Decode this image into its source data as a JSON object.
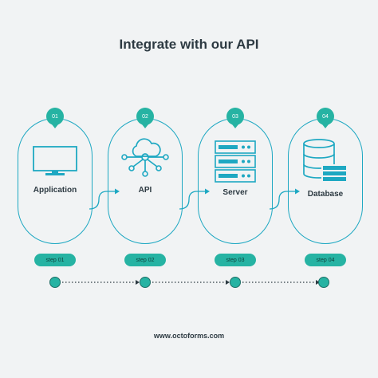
{
  "title": "Integrate with our API",
  "steps": [
    {
      "number": "01",
      "label": "Application",
      "step_label": "step 01",
      "icon": "monitor-icon"
    },
    {
      "number": "02",
      "label": "API",
      "step_label": "step 02",
      "icon": "cloud-network-icon"
    },
    {
      "number": "03",
      "label": "Server",
      "step_label": "step 03",
      "icon": "server-rack-icon"
    },
    {
      "number": "04",
      "label": "Database",
      "step_label": "step 04",
      "icon": "database-icon"
    }
  ],
  "footer": "www.octoforms.com",
  "colors": {
    "accent": "#26b3a3",
    "outline": "#1ea8c2",
    "text": "#2d3a42",
    "background": "#f1f3f4"
  }
}
